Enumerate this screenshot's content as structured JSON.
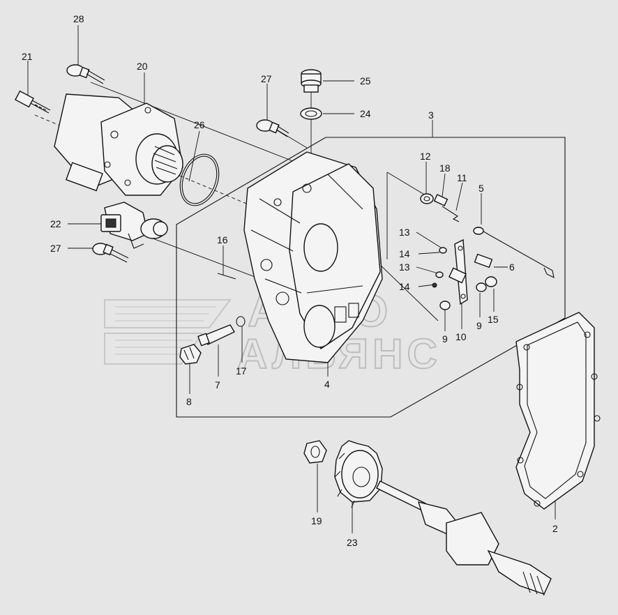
{
  "watermark": {
    "line1": "АВТО",
    "line2": "АЛЬЯНС"
  },
  "callouts": [
    {
      "id": "c28",
      "text": "28"
    },
    {
      "id": "c21",
      "text": "21"
    },
    {
      "id": "c20",
      "text": "20"
    },
    {
      "id": "c27a",
      "text": "27"
    },
    {
      "id": "c25",
      "text": "25"
    },
    {
      "id": "c24",
      "text": "24"
    },
    {
      "id": "c3",
      "text": "3"
    },
    {
      "id": "c26",
      "text": "26"
    },
    {
      "id": "c12",
      "text": "12"
    },
    {
      "id": "c18",
      "text": "18"
    },
    {
      "id": "c11",
      "text": "11"
    },
    {
      "id": "c5",
      "text": "5"
    },
    {
      "id": "c22",
      "text": "22"
    },
    {
      "id": "c13a",
      "text": "13"
    },
    {
      "id": "c27b",
      "text": "27"
    },
    {
      "id": "c14a",
      "text": "14"
    },
    {
      "id": "c16",
      "text": "16"
    },
    {
      "id": "c13b",
      "text": "13"
    },
    {
      "id": "c6",
      "text": "6"
    },
    {
      "id": "c14b",
      "text": "14"
    },
    {
      "id": "c9a",
      "text": "9"
    },
    {
      "id": "c15",
      "text": "15"
    },
    {
      "id": "c9b",
      "text": "9"
    },
    {
      "id": "c10",
      "text": "10"
    },
    {
      "id": "c17",
      "text": "17"
    },
    {
      "id": "c7",
      "text": "7"
    },
    {
      "id": "c4",
      "text": "4"
    },
    {
      "id": "c8",
      "text": "8"
    },
    {
      "id": "c2",
      "text": "2"
    },
    {
      "id": "c19",
      "text": "19"
    },
    {
      "id": "c23",
      "text": "23"
    }
  ]
}
